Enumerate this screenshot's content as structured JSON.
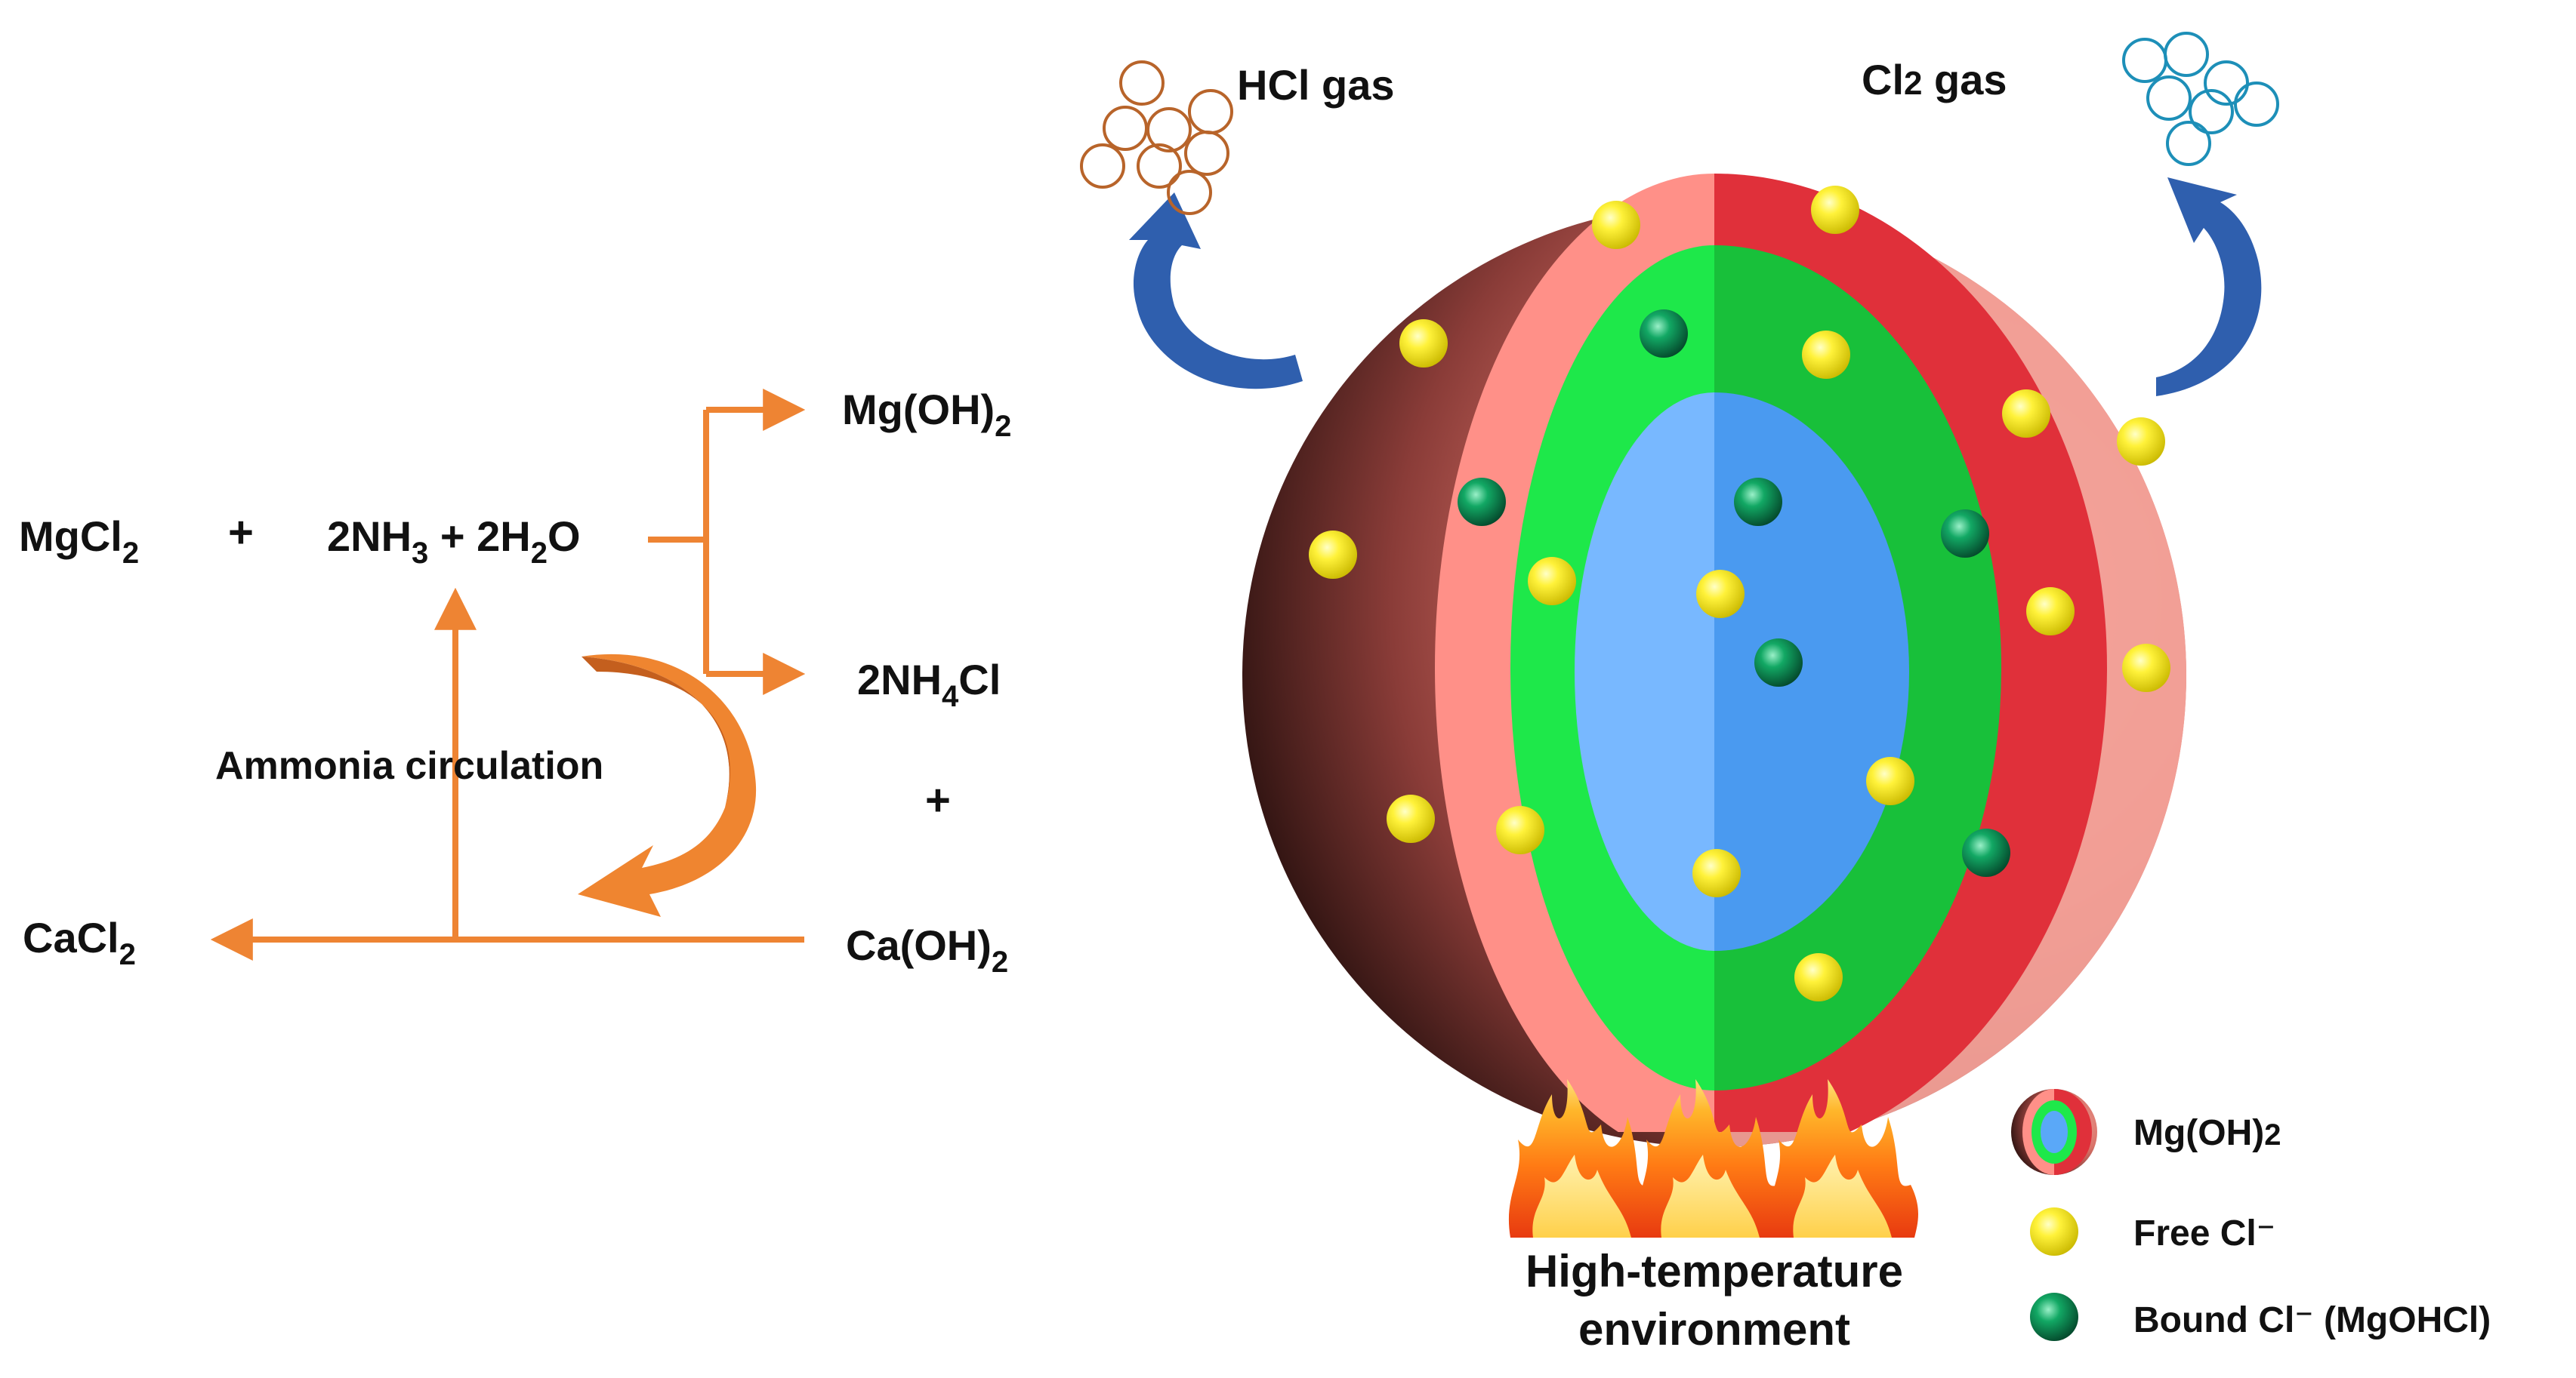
{
  "reaction": {
    "mgcl2": {
      "main": "MgCl",
      "sub": "2"
    },
    "plus1": "+",
    "nh3": {
      "coef": "2NH",
      "sub": "3"
    },
    "plus_h2o": {
      "pre": " + 2H",
      "sub": "2",
      "post": "O"
    },
    "mgoh2": {
      "main": "Mg(OH)",
      "sub": "2"
    },
    "nh4cl": {
      "pre": "2NH",
      "sub": "4",
      "post": "Cl"
    },
    "plus2": "+",
    "caoh2": {
      "main": "Ca(OH)",
      "sub": "2"
    },
    "cacl2": {
      "main": "CaCl",
      "sub": "2"
    },
    "circulation_label": "Ammonia circulation"
  },
  "gases": {
    "hcl": "HCl gas",
    "cl2": {
      "main": "Cl",
      "sub": "2",
      "post": " gas"
    }
  },
  "environment": {
    "line1": "High-temperature",
    "line2": "environment"
  },
  "legend": {
    "particle": {
      "main": "Mg(OH)",
      "sub": "2"
    },
    "free": "Free Cl⁻",
    "bound": "Bound Cl⁻ (MgOHCl)"
  },
  "colors": {
    "arrow_orange": "#ee8433",
    "curved_arrow": "#c86420",
    "shell_light": "#ff9088",
    "shell_dark": "#e0303a",
    "green_light": "#1ee84a",
    "green_dark": "#18c03a",
    "core_light": "#78b8ff",
    "core_dark": "#4a9af0",
    "free_cl": "#f2ea10",
    "bound_cl": "#0a8a52",
    "blue_arrow": "#2f5fae",
    "hcl_circles": "#b8642a",
    "cl2_circles": "#1d8fb8"
  }
}
